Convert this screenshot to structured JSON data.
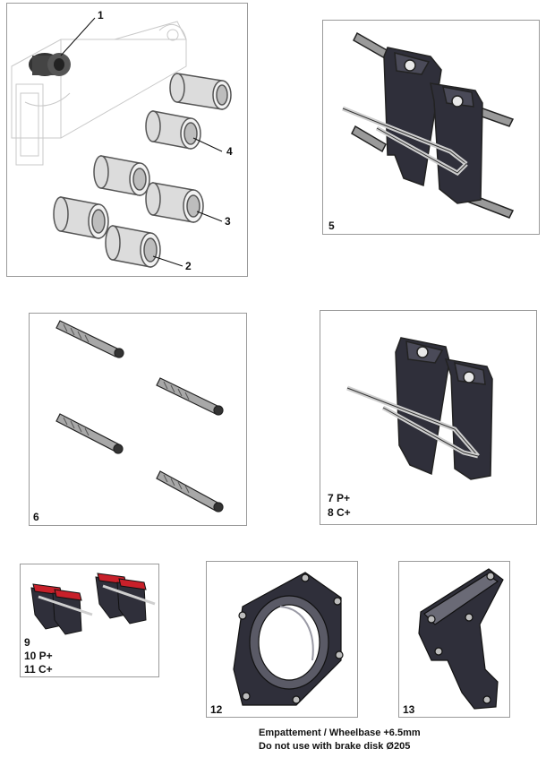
{
  "panels": [
    {
      "id": "panel-1",
      "callouts": [
        "1",
        "4",
        "3",
        "2"
      ]
    },
    {
      "id": "panel-5",
      "label": "5"
    },
    {
      "id": "panel-6",
      "label": "6"
    },
    {
      "id": "panel-7",
      "label_lines": [
        "7 P+",
        "8 C+"
      ]
    },
    {
      "id": "panel-9",
      "label_lines": [
        "9",
        "10 P+",
        "11 C+"
      ]
    },
    {
      "id": "panel-12",
      "label": "12"
    },
    {
      "id": "panel-13",
      "label": "13"
    }
  ],
  "footnote": {
    "line1": "Empattement / Wheelbase +6.5mm",
    "line2": "Do not use with brake disk Ø205"
  },
  "colors": {
    "part_dark": "#2f2f3a",
    "part_metal": "#d8d8d8",
    "pad_red": "#c8202a",
    "outline": "#9a9a9a"
  }
}
